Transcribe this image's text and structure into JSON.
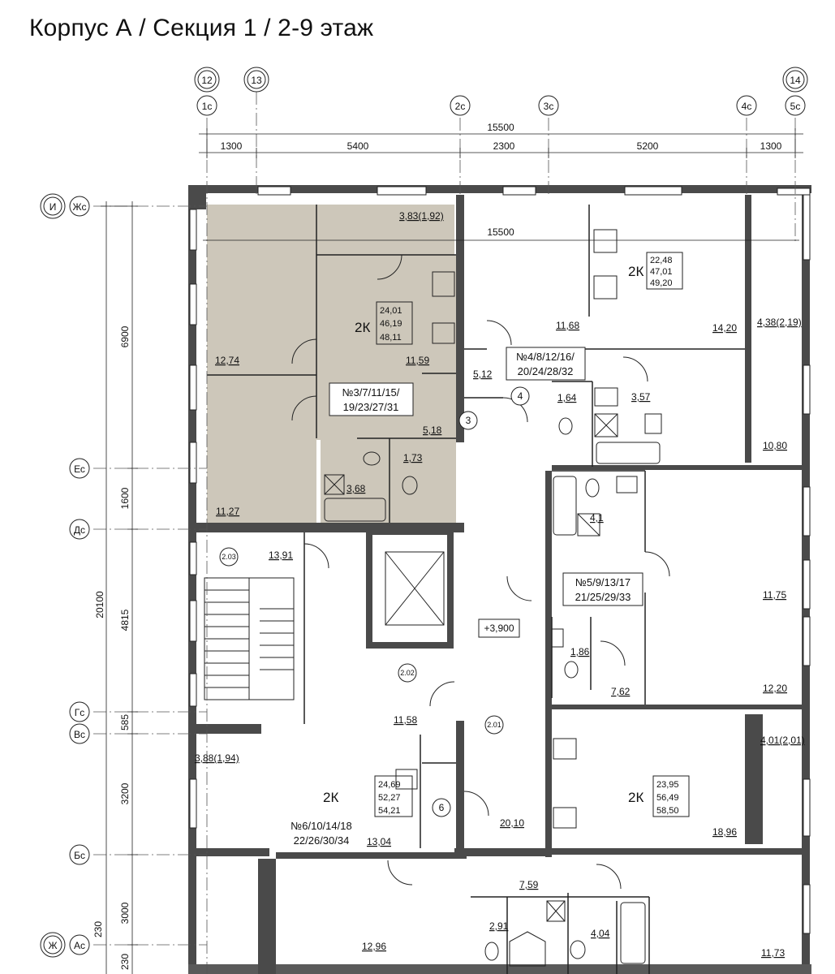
{
  "title": "Корпус А / Секция 1 / 2-9 этаж",
  "axes": {
    "top_circles": [
      "12",
      "13",
      "14"
    ],
    "top_sub": [
      "1с",
      "2с",
      "3с",
      "4с",
      "5с"
    ],
    "left_circles": [
      "И",
      "Ж"
    ],
    "left_sub": [
      "Жс",
      "Ес",
      "Дс",
      "Гс",
      "Вс",
      "Бс",
      "Ас"
    ]
  },
  "dimensions": {
    "overall_top": "15500",
    "top_segments": [
      "1300",
      "5400",
      "2300",
      "5200",
      "1300"
    ],
    "inner_top": "15500",
    "left_total": "20100",
    "left_segments": [
      "6900",
      "1600",
      "4815",
      "585",
      "3200",
      "3000",
      "230",
      "230"
    ]
  },
  "areas": {
    "a1": "3,83(1,92)",
    "a2": "12,74",
    "a3": "11,59",
    "a4": "11,27",
    "a5": "5,18",
    "a6": "1,73",
    "a7": "3,68",
    "a8": "11,68",
    "a9": "5,12",
    "a10": "1,64",
    "a11": "3,57",
    "a12": "14,20",
    "a13": "4,38(2,19)",
    "a14": "10,80",
    "a15": "4,1",
    "a16": "11,75",
    "a17": "1,86",
    "a18": "7,62",
    "a19": "12,20",
    "a20": "13,91",
    "a21": "11,58",
    "a22": "3,88(1,94)",
    "a23": "13,04",
    "a24": "20,10",
    "a25": "4,01(2,01)",
    "a26": "18,96",
    "a27": "7,59",
    "a28": "2,91",
    "a29": "4,04",
    "a30": "12,96",
    "a31": "11,73"
  },
  "apartments": {
    "apt1": {
      "type": "2К",
      "areas": [
        "24,01",
        "46,19",
        "48,11"
      ],
      "numbers_line1": "№3/7/11/15/",
      "numbers_line2": "19/23/27/31"
    },
    "apt2": {
      "type": "2К",
      "areas": [
        "22,48",
        "47,01",
        "49,20"
      ],
      "numbers_line1": "№4/8/12/16/",
      "numbers_line2": "20/24/28/32"
    },
    "apt3": {
      "numbers_line1": "№5/9/13/17",
      "numbers_line2": "21/25/29/33"
    },
    "apt4": {
      "type": "2К",
      "areas": [
        "24,69",
        "52,27",
        "54,21"
      ],
      "numbers_line1": "№6/10/14/18",
      "numbers_line2": "22/26/30/34"
    },
    "apt5": {
      "type": "2К",
      "areas": [
        "23,95",
        "56,49",
        "58,50"
      ]
    }
  },
  "markers": {
    "m3": "3",
    "m4": "4",
    "m6": "6",
    "room_203": "2.03",
    "room_202": "2.02",
    "room_201": "2.01",
    "level": "+3,900"
  },
  "colors": {
    "highlight": "#cdc7ba",
    "wall": "#4a4a4a",
    "line": "#222222"
  }
}
